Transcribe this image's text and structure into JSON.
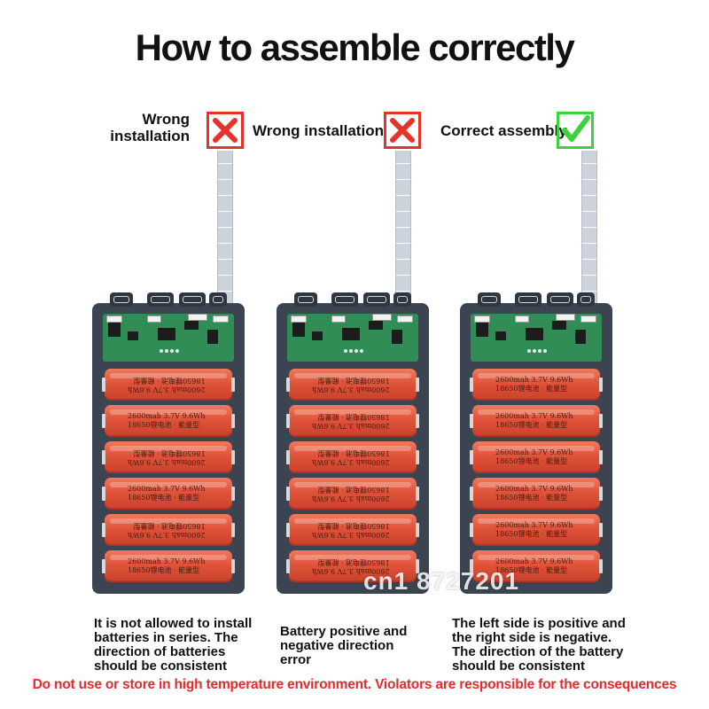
{
  "title": "How to assemble correctly",
  "panels": [
    {
      "status": "wrong",
      "label_lines": [
        "Wrong",
        "installation"
      ],
      "caption_lines": [
        "It is not allowed to install",
        "batteries in series. The",
        "direction of batteries",
        "should be consistent"
      ]
    },
    {
      "status": "wrong",
      "label_lines": [
        "Wrong installation"
      ],
      "caption_lines": [
        "Battery positive and",
        "negative direction",
        "error"
      ]
    },
    {
      "status": "correct",
      "label_lines": [
        "Correct assembly"
      ],
      "caption_lines": [
        "The left side is positive and",
        "the right side is negative.",
        "The direction of the battery",
        "should be consistent"
      ]
    }
  ],
  "battery_label": {
    "line1": "2600mah  3.7V  9.6Wh",
    "line2": "18650锂电池 · 能量型"
  },
  "warning": "Do not use or store in high temperature environment. Violators are responsible for the consequences",
  "watermark": "cn1  8727201",
  "colors": {
    "wrong_mark": "#e6332a",
    "correct_mark": "#3cd23c",
    "battery": "#e0533a",
    "case": "#3b4450",
    "pcb": "#2f8d55",
    "warning_text": "#e62a2a"
  },
  "icons": [
    "x-mark-icon",
    "x-mark-icon",
    "check-mark-icon"
  ]
}
